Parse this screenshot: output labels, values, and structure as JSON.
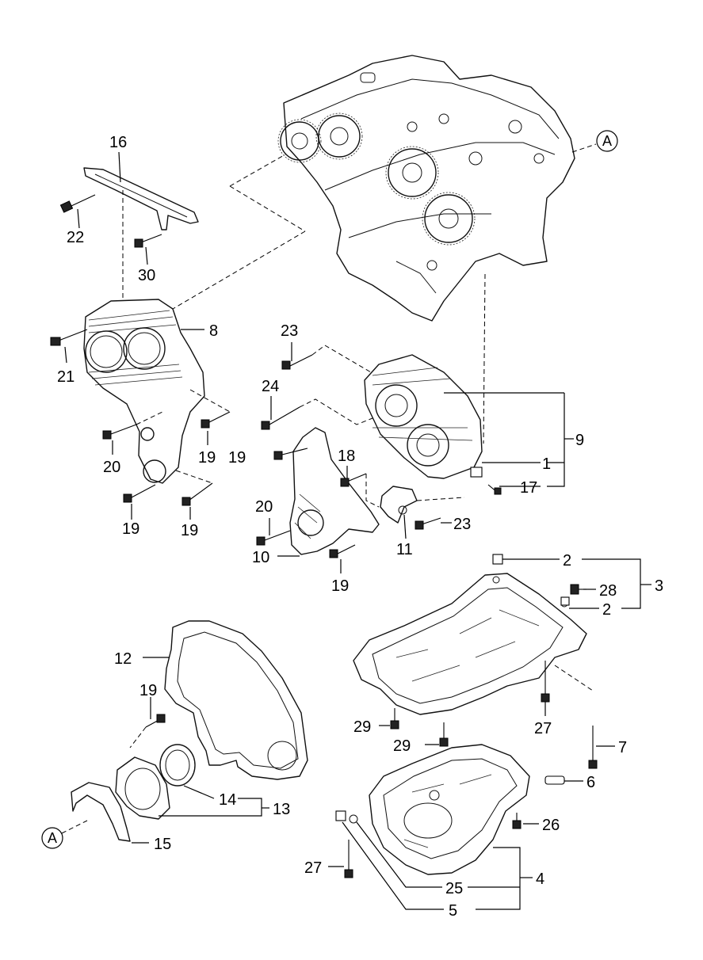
{
  "diagram": {
    "callouts": {
      "c1": "1",
      "c2a": "2",
      "c2b": "2",
      "c3": "3",
      "c4": "4",
      "c5": "5",
      "c6": "6",
      "c7": "7",
      "c8": "8",
      "c9": "9",
      "c10": "10",
      "c11": "11",
      "c12": "12",
      "c13": "13",
      "c14": "14",
      "c15": "15",
      "c16": "16",
      "c17": "17",
      "c18": "18",
      "c19a": "19",
      "c19b": "19",
      "c19c": "19",
      "c19d": "19",
      "c19e": "19",
      "c19f": "19",
      "c20a": "20",
      "c20b": "20",
      "c21": "21",
      "c22": "22",
      "c23a": "23",
      "c23b": "23",
      "c24": "24",
      "c25": "25",
      "c26": "26",
      "c27a": "27",
      "c27b": "27",
      "c28": "28",
      "c29a": "29",
      "c29b": "29",
      "c30": "30"
    },
    "ref_marks": {
      "a_top": "A",
      "a_bottom": "A"
    }
  }
}
